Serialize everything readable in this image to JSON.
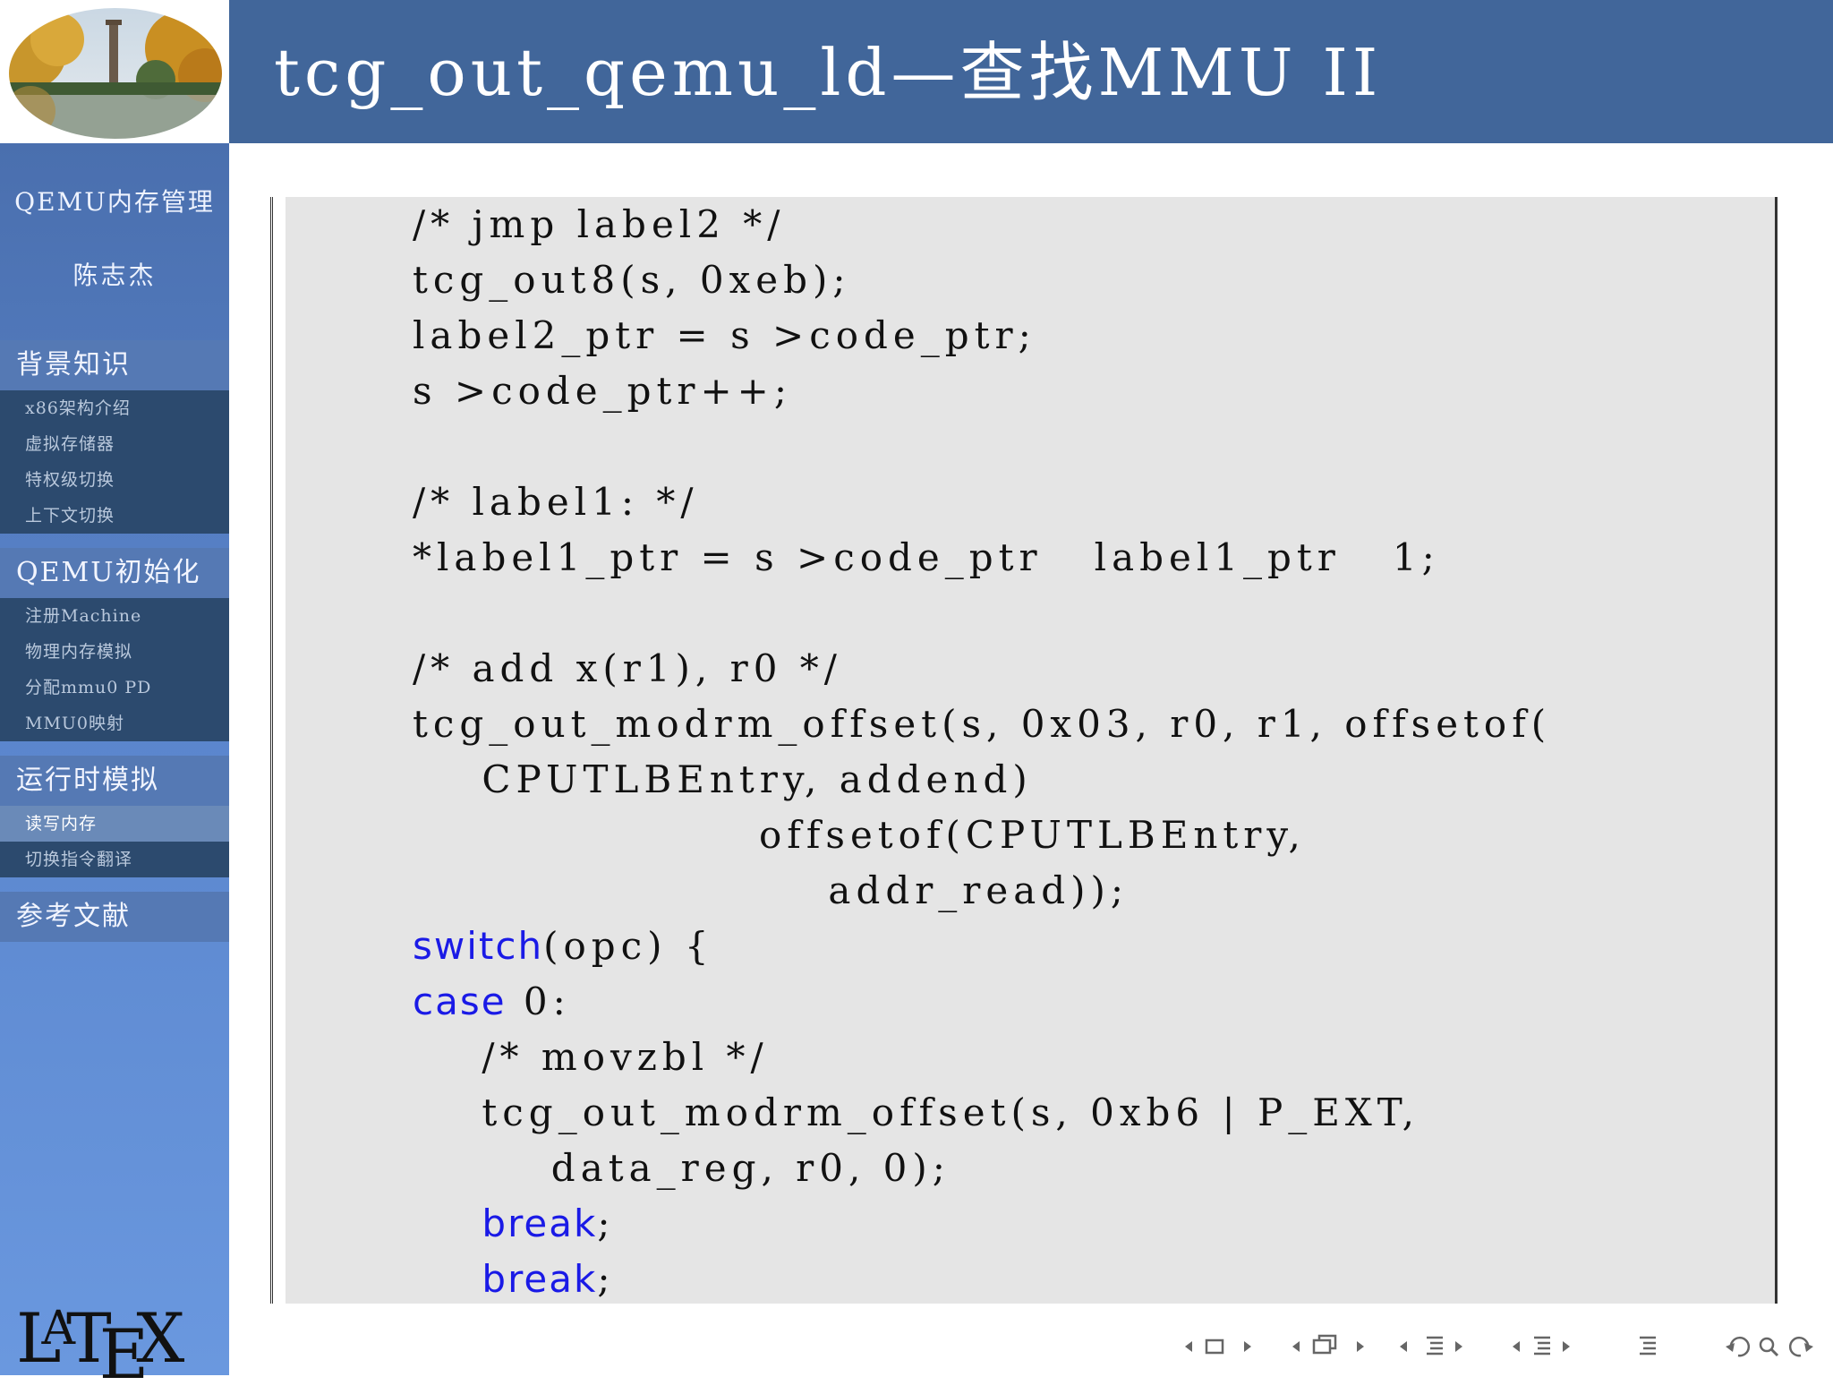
{
  "slide": {
    "title": "tcg_out_qemu_ld—查找MMU II"
  },
  "sidebar": {
    "talk_title": "QEMU内存管理",
    "author": "陈志杰",
    "sections": [
      {
        "label": "背景知识",
        "items": [
          "x86架构介绍",
          "虚拟存储器",
          "特权级切换",
          "上下文切换"
        ]
      },
      {
        "label": "QEMU初始化",
        "items": [
          "注册Machine",
          "物理内存模拟",
          "分配mmu0 PD",
          "MMU0映射"
        ]
      },
      {
        "label": "运行时模拟",
        "items": [
          "读写内存",
          "切换指令翻译"
        ]
      },
      {
        "label": "参考文献",
        "items": []
      }
    ],
    "active_item": "读写内存",
    "latex_logo": {
      "l": "L",
      "a": "A",
      "t": "T",
      "e": "E",
      "x": "X"
    }
  },
  "code": {
    "lines": [
      "/* jmp label2 */",
      "tcg_out8(s, 0xeb);",
      "label2_ptr = s >code_ptr;",
      "s >code_ptr++;",
      "",
      "/* label1: */",
      "*label1_ptr = s >code_ptr   label1_ptr   1;",
      "",
      "/* add x(r1), r0 */",
      "tcg_out_modrm_offset(s, 0x03, r0, r1, offsetof(",
      "    CPUTLBEntry, addend)",
      "                    offsetof(CPUTLBEntry,",
      "                        addr_read));",
      "switch(opc) {",
      "case 0:",
      "    /* movzbl */",
      "    tcg_out_modrm_offset(s, 0xb6 | P_EXT,",
      "        data_reg, r0, 0);",
      "    break;",
      "    break;"
    ],
    "keywords": [
      "switch",
      "case",
      "break"
    ],
    "keyword_color": "#1a1ae6"
  },
  "colors": {
    "header": "#41669a",
    "sidebar_section": "#5579b4",
    "sidebar_sublist": "#2c4a6e",
    "code_background": "#e5e5e5"
  },
  "nav": {
    "icons": [
      "prev-frame-icon",
      "frame-icon",
      "next-frame-icon",
      "prev-subsection-icon",
      "subsection-icon",
      "next-subsection-icon",
      "prev-section-icon",
      "section-icon",
      "next-section-icon",
      "prev-presentation-icon",
      "presentation-icon",
      "next-presentation-icon",
      "toc-icon",
      "back-icon",
      "search-icon",
      "forward-icon"
    ]
  }
}
